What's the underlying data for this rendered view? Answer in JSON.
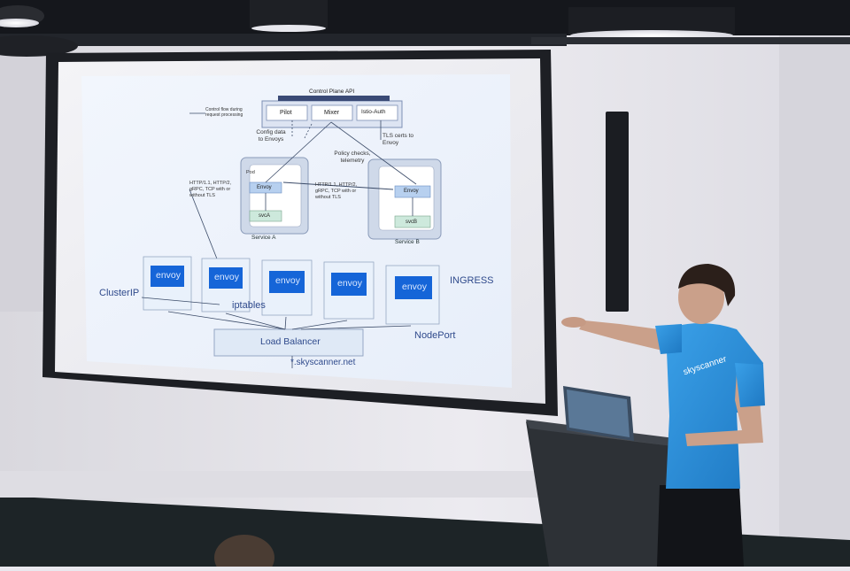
{
  "slide": {
    "control_plane_title": "Control Plane API",
    "control_plane_components": [
      "Pilot",
      "Mixer",
      "Istio-Auth"
    ],
    "legend_text": "Control flow during request processing",
    "config_note": "Config data to Envoys",
    "tls_note": "TLS certs to Envoy",
    "policy_note": "Policy checks, telemetry",
    "pod_label": "Pod",
    "http_left": "HTTP/1.1, HTTP/2, gRPC, TCP with or without TLS",
    "http_mid": "HTTP/1.1, HTTP/2, gRPC, TCP with or without TLS",
    "service_a": {
      "proxy": "Envoy",
      "app": "svcA",
      "caption": "Service A"
    },
    "service_b": {
      "proxy": "Envoy",
      "app": "svcB",
      "caption": "Service B"
    },
    "ingress_nodes": [
      "envoy",
      "envoy",
      "envoy",
      "envoy",
      "envoy"
    ],
    "ingress_label": "INGRESS",
    "clusterip_label": "ClusterIP",
    "iptables_label": "iptables",
    "nodeport_label": "NodePort",
    "load_balancer_label": "Load Balancer",
    "domain_label": "*.skyscanner.net"
  },
  "colors": {
    "wall": "#e9e8ee",
    "slide_background": "#eef3fb",
    "envoy_blue": "#1565d8",
    "shirt_blue": "#2a8ad6",
    "lectern": "#2d3136"
  },
  "icons": [
    "laptop-icon",
    "ceiling-light-icon"
  ]
}
